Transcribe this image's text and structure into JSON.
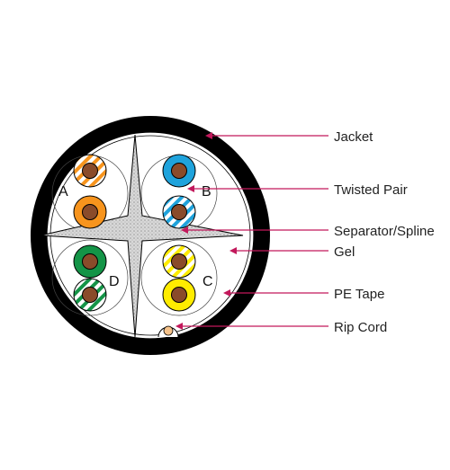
{
  "colors": {
    "jacket": "#000000",
    "tape": "#ffffff",
    "gel": "#ffffff",
    "spline_fill": "#cfcfcf",
    "copper": "#8a4b2a",
    "leader": "#c2185b",
    "orange": "#f7941d",
    "blue": "#1fa3dc",
    "green": "#149447",
    "yellow": "#ffec00"
  },
  "pairs": {
    "A": {
      "letter": "A",
      "color_name": "orange",
      "solid_icon": "solid-conductor-orange",
      "striped_icon": "striped-conductor-orange"
    },
    "B": {
      "letter": "B",
      "color_name": "blue",
      "solid_icon": "solid-conductor-blue",
      "striped_icon": "striped-conductor-blue"
    },
    "C": {
      "letter": "C",
      "color_name": "yellow",
      "solid_icon": "solid-conductor-yellow",
      "striped_icon": "striped-conductor-yellow"
    },
    "D": {
      "letter": "D",
      "color_name": "green",
      "solid_icon": "solid-conductor-green",
      "striped_icon": "striped-conductor-green"
    }
  },
  "callouts": {
    "jacket": "Jacket",
    "twisted_pair": "Twisted Pair",
    "separator": "Separator/Spline",
    "gel": "Gel",
    "pe_tape": "PE Tape",
    "rip_cord": "Rip Cord"
  }
}
